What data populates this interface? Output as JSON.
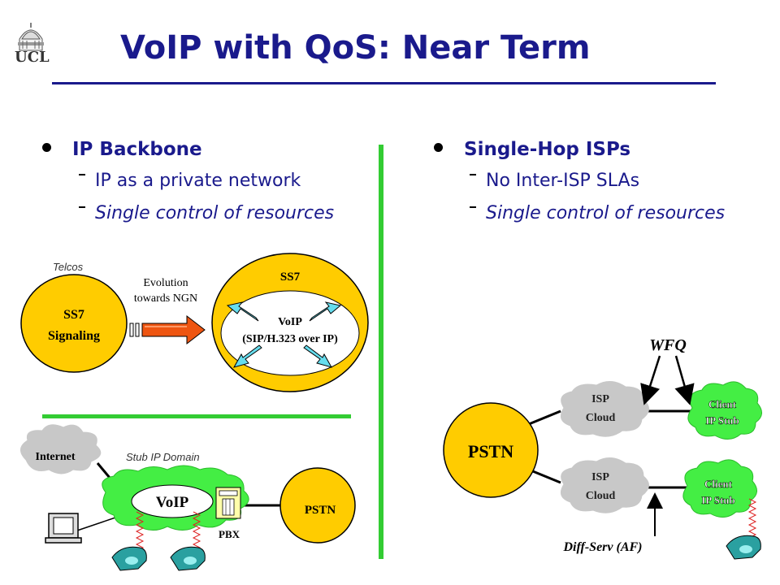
{
  "title": "VoIP with QoS: Near Term",
  "logo": {
    "text": "UCL"
  },
  "left": {
    "heading": "IP Backbone",
    "items": [
      "IP as a private network",
      "Single control of resources"
    ],
    "top_diagram": {
      "telcos": "Telcos",
      "ss7_signaling_line1": "SS7",
      "ss7_signaling_line2": "Signaling",
      "evolution_line1": "Evolution",
      "evolution_line2": "towards NGN",
      "ss7_top": "SS7",
      "voip_line1": "VoIP",
      "voip_line2": "(SIP/H.323 over IP)"
    },
    "bottom_diagram": {
      "internet": "Internet",
      "stub_domain": "Stub IP Domain",
      "voip": "VoIP",
      "pstn": "PSTN",
      "pbx": "PBX"
    }
  },
  "right": {
    "heading": "Single-Hop ISPs",
    "items": [
      "No Inter-ISP SLAs",
      "Single control of resources"
    ],
    "diagram": {
      "wfq": "WFQ",
      "isp1_line1": "ISP",
      "isp1_line2": "Cloud",
      "isp2_line1": "ISP",
      "isp2_line2": "Cloud",
      "client1_line1": "Client",
      "client1_line2": "IP Stub",
      "client2_line1": "Client",
      "client2_line2": "IP Stub",
      "pstn": "PSTN",
      "diffserv": "Diff-Serv (AF)"
    }
  },
  "colors": {
    "title": "#1a1a8c",
    "yellow": "#ffcc00",
    "green_cloud": "#44ee44",
    "divider_green": "#33cc33",
    "grey_cloud": "#c8c8c8",
    "arrow_teal": "#66ddee",
    "arrow_orange": "#ee5511",
    "phone": "#2aa0a0"
  },
  "icons": [
    "ucl-logo-icon",
    "evolution-arrow-icon",
    "computer-icon",
    "pbx-icon",
    "telephone-icon",
    "antenna-coil-icon"
  ]
}
